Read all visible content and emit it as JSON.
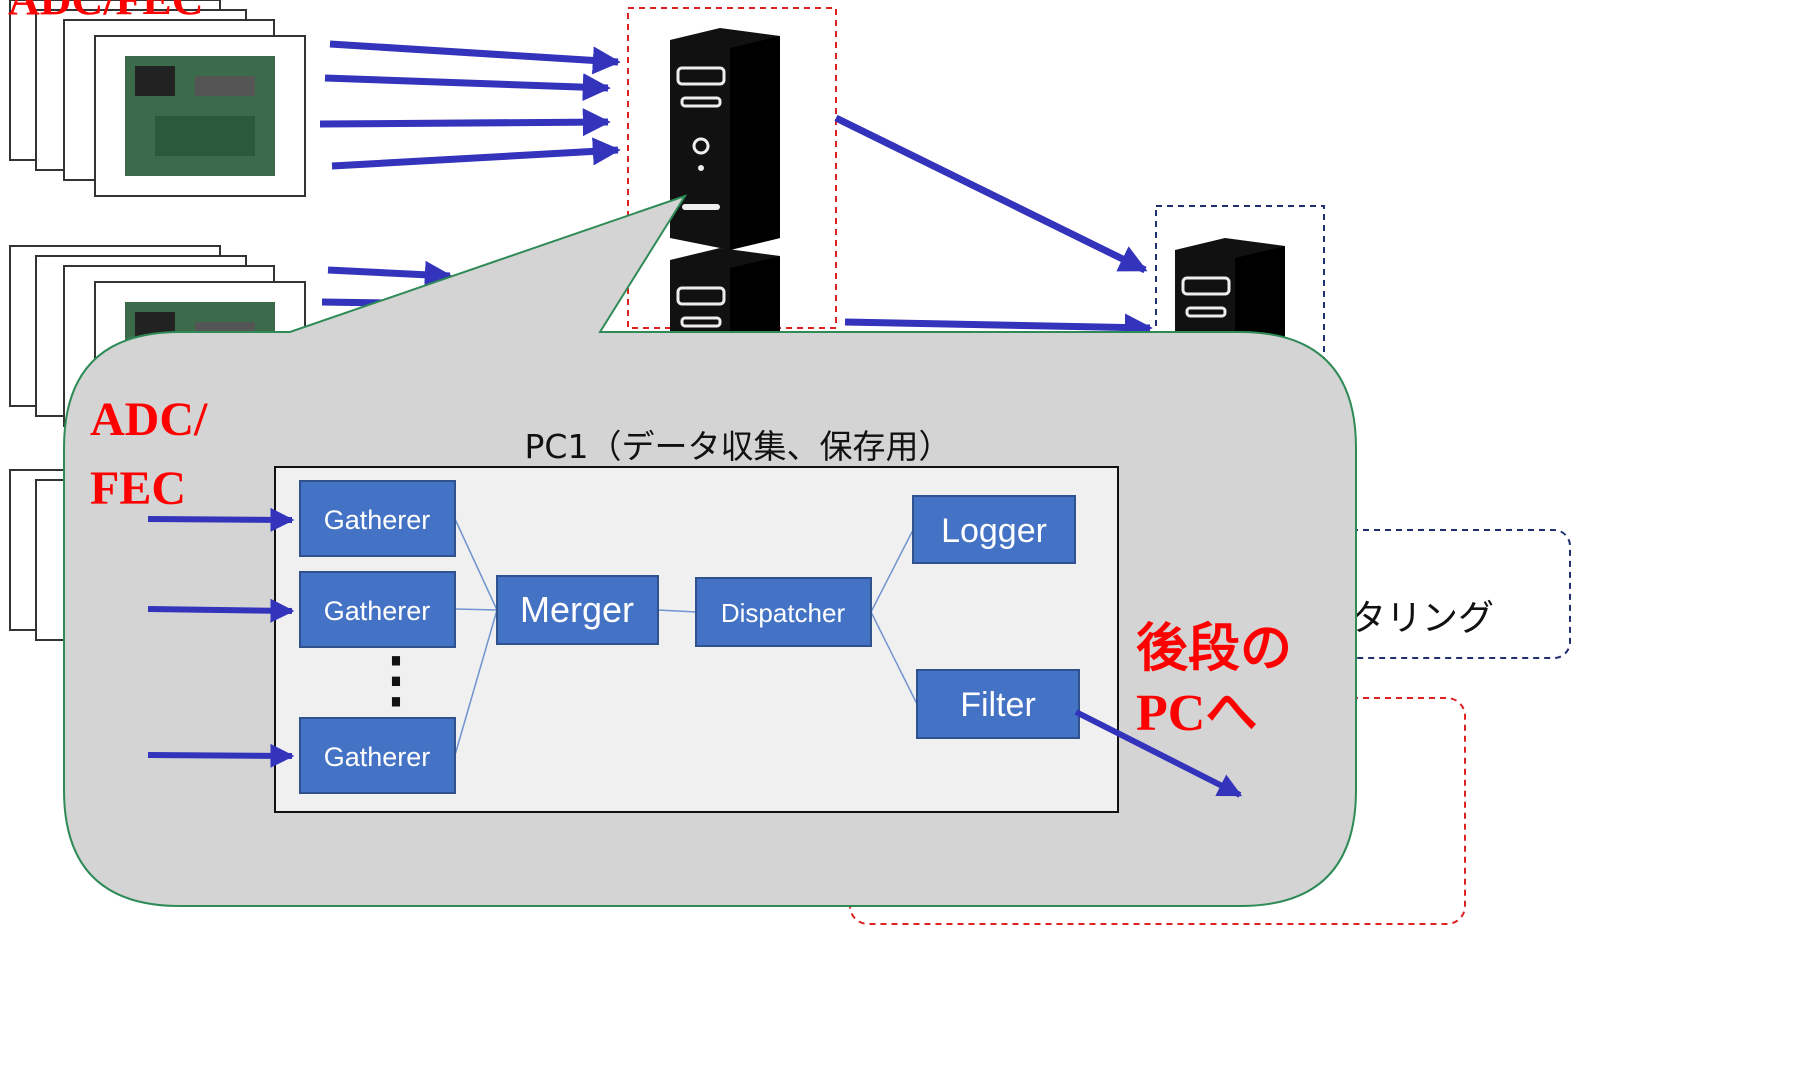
{
  "top_left_label_fragment": "ADC/FEC",
  "callout": {
    "adc_label_line1": "ADC/",
    "adc_label_line2": "FEC",
    "pc1_title": "PC1（データ収集、保存用）",
    "gatherers": [
      "Gatherer",
      "Gatherer",
      "Gatherer"
    ],
    "ellipsis": "⋮",
    "merger": "Merger",
    "dispatcher": "Dispatcher",
    "logger": "Logger",
    "filter": "Filter",
    "next_pc_line1": "後段の",
    "next_pc_line2": "PCへ"
  },
  "background": {
    "monitoring_fragment": "タリング"
  },
  "colors": {
    "arrow": "#3333bb",
    "node_fill": "#4472c4",
    "node_stroke": "#2f528f",
    "callout_fill": "#d4d4d4",
    "callout_stroke": "#2e8b57",
    "red_label": "#ff0000",
    "red_dash": "#dd2222",
    "navy_dash": "#1f2f6f"
  }
}
